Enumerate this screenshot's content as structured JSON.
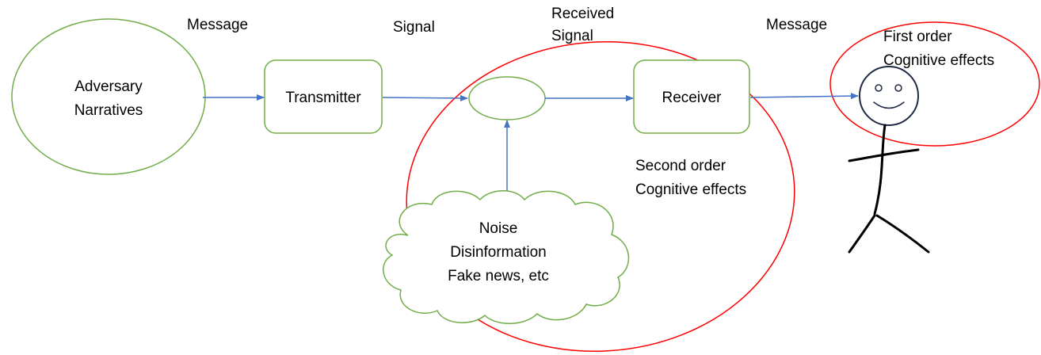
{
  "colors": {
    "green": "#70AD47",
    "blue": "#4472C4",
    "red": "#FF0000",
    "dark": "#1F2A44"
  },
  "labels": {
    "message_left": "Message",
    "signal": "Signal",
    "received_line1": "Received",
    "received_line2": "Signal",
    "message_right": "Message",
    "second_order_line1": "Second order",
    "second_order_line2": "Cognitive effects",
    "first_order_line1": "First order",
    "first_order_line2": "Cognitive effects"
  },
  "nodes": {
    "source": {
      "line1": "Adversary",
      "line2": "Narratives"
    },
    "transmitter": {
      "label": "Transmitter"
    },
    "receiver": {
      "label": "Receiver"
    },
    "noise": {
      "line1": "Noise",
      "line2": "Disinformation",
      "line3": "Fake news, etc"
    }
  },
  "icons": {
    "person": "stick-figure-icon"
  }
}
